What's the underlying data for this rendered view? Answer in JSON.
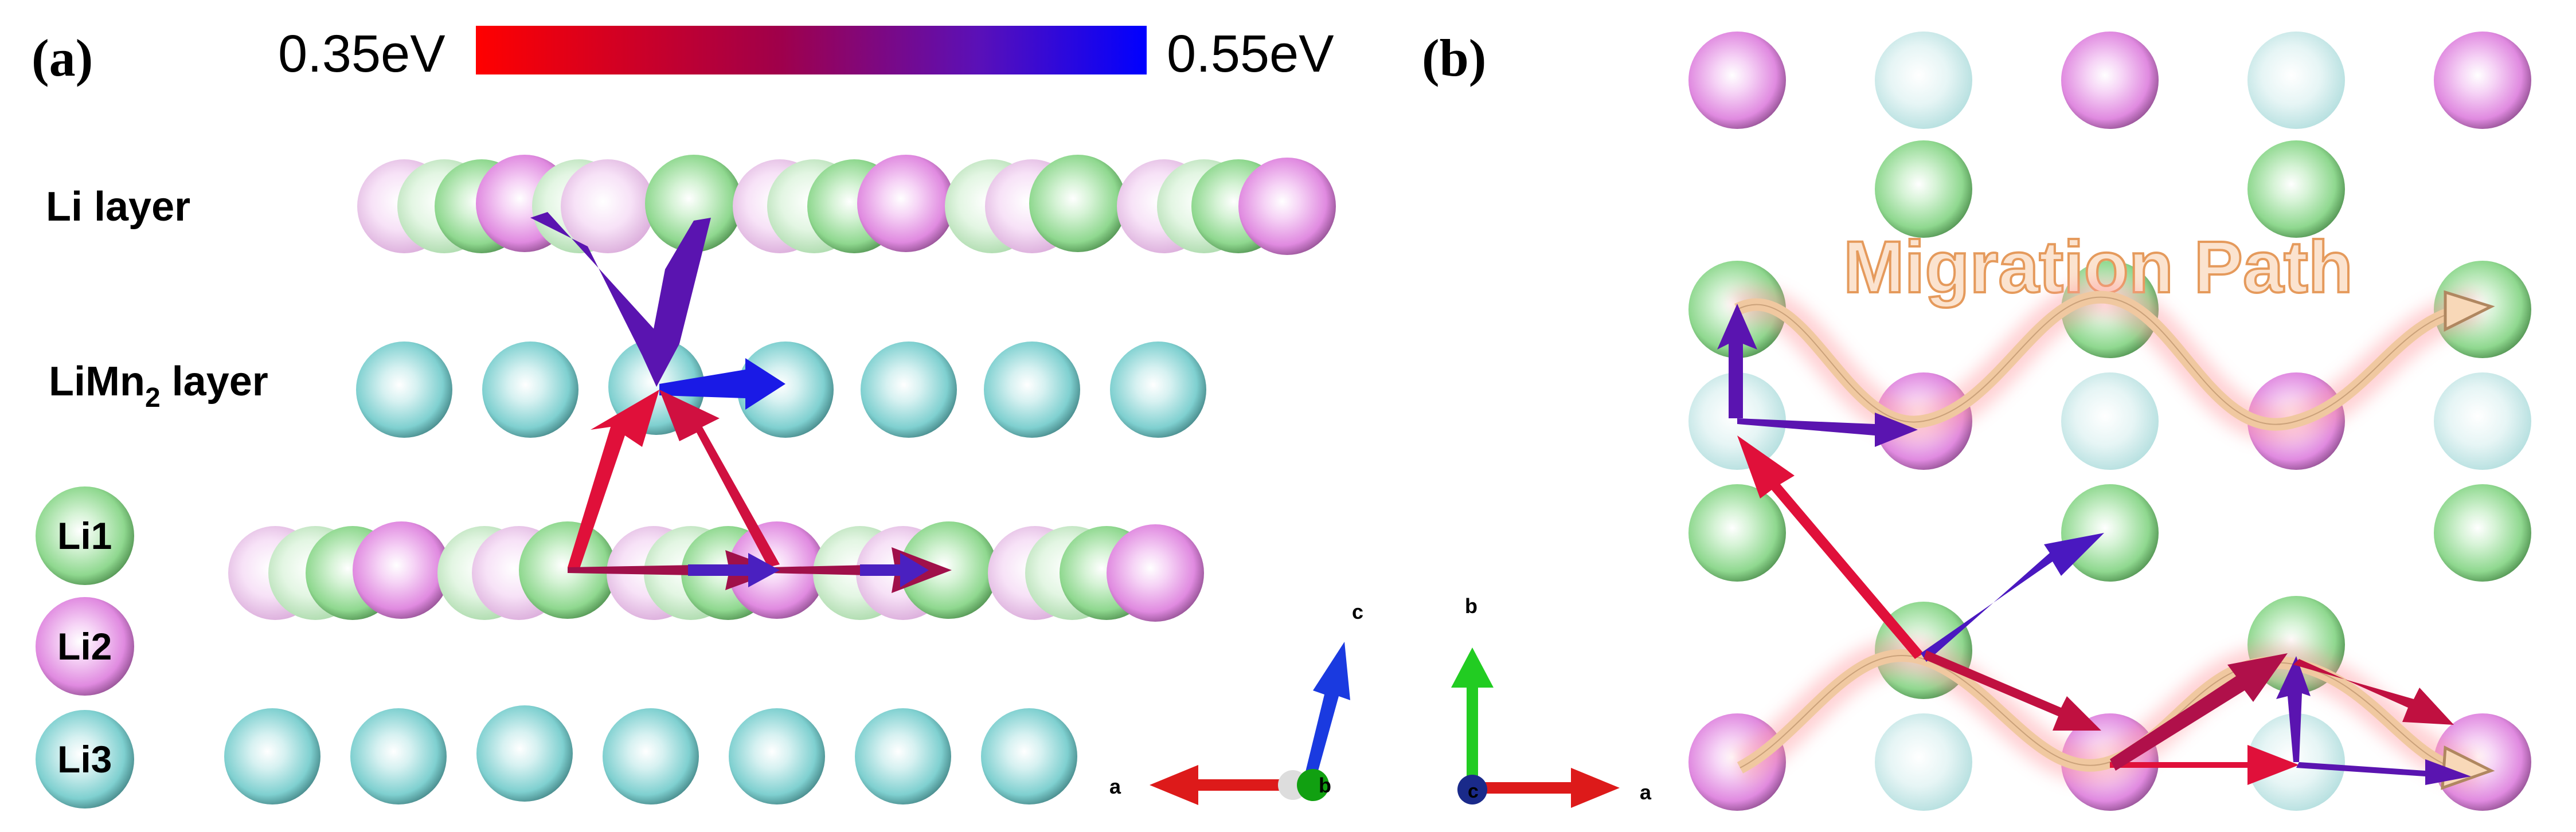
{
  "panel_a": {
    "label": "(a)",
    "colorbar": {
      "min_label": "0.35eV",
      "max_label": "0.55eV",
      "color_low": "#ff0000",
      "color_high": "#0000ff"
    },
    "layer_labels": {
      "li_layer": "Li layer",
      "limn2_prefix": "LiMn",
      "limn2_sub": "2",
      "limn2_suffix": " layer"
    },
    "legend": [
      {
        "label": "Li1",
        "color": "#8fd88f"
      },
      {
        "label": "Li2",
        "color": "#e08ae0"
      },
      {
        "label": "Li3",
        "color": "#7fd0d0"
      }
    ],
    "axes": {
      "a": "a",
      "b": "b",
      "c": "c"
    }
  },
  "panel_b": {
    "label": "(b)",
    "path_title": "Migration Path",
    "axes": {
      "a": "a",
      "b": "b",
      "c": "c"
    }
  },
  "colors": {
    "li1": "#8fd88f",
    "li2": "#e08ae0",
    "li3": "#7fd0d0",
    "path": "#f0c8a0"
  }
}
